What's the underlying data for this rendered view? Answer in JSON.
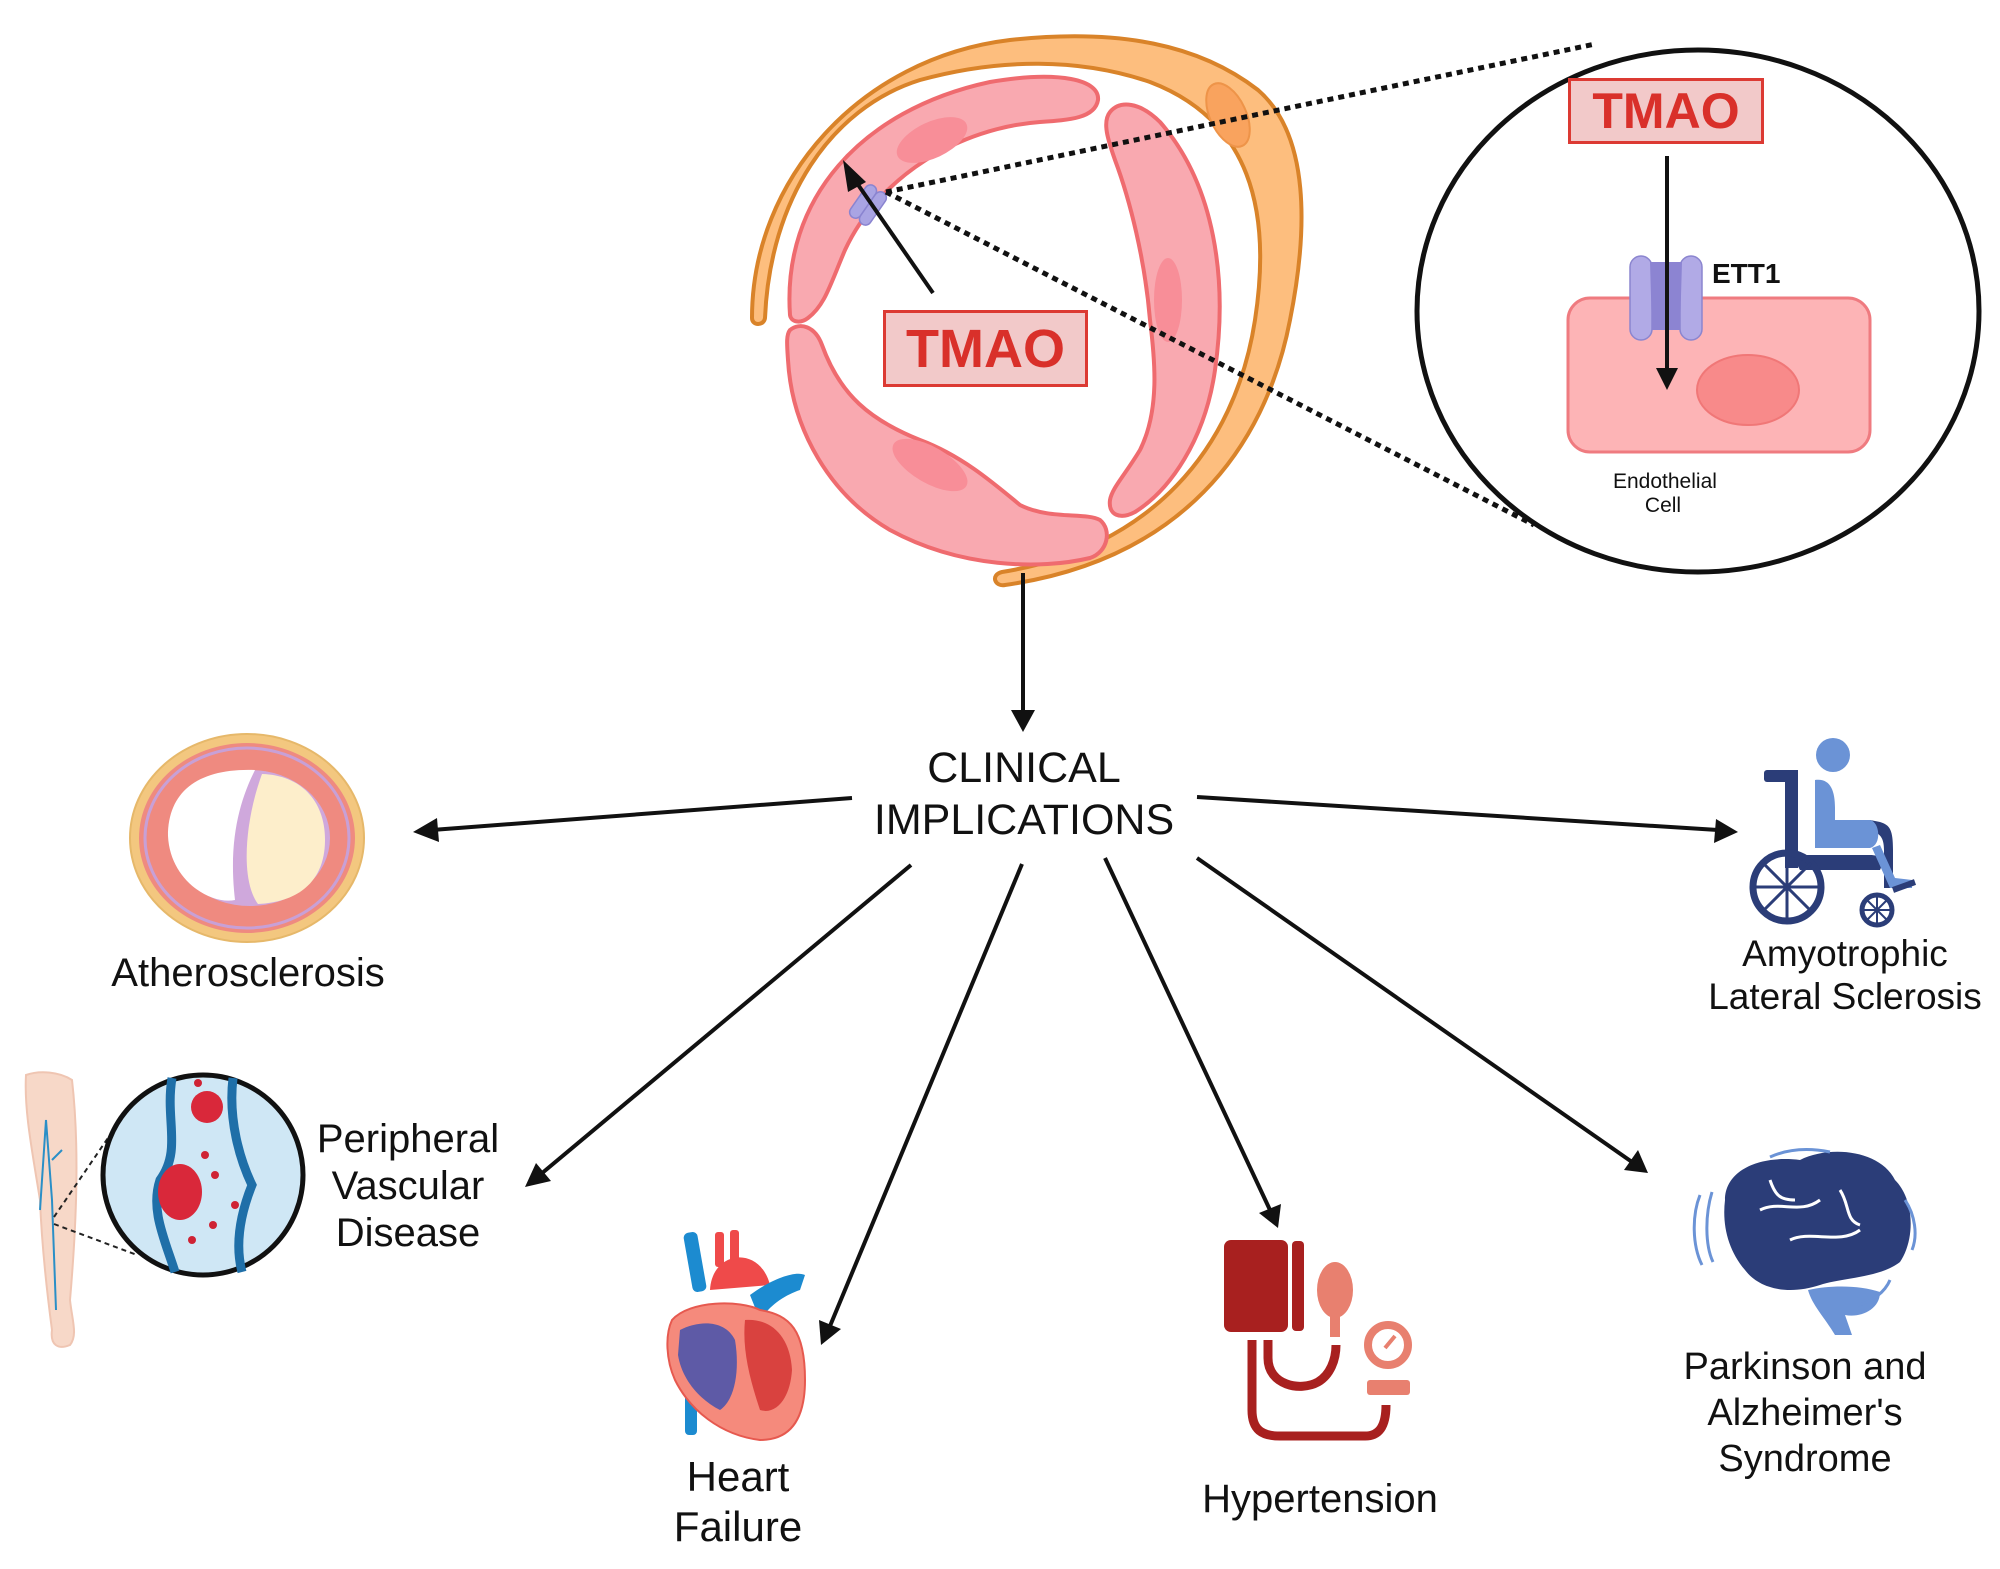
{
  "figure": {
    "vessel": {
      "tmao_label": "TMAO"
    },
    "zoom_inset": {
      "tmao_label": "TMAO",
      "transporter_label": "ETT1",
      "cell_label_line1": "Endothelial",
      "cell_label_line2": "Cell"
    },
    "hub": {
      "line1": "CLINICAL",
      "line2": "IMPLICATIONS"
    },
    "implications": [
      {
        "id": "atherosclerosis",
        "icon": "artery-plaque-icon",
        "lines": [
          "Atherosclerosis"
        ]
      },
      {
        "id": "peripheral-vascular-disease",
        "icon": "leg-vein-clot-icon",
        "lines": [
          "Peripheral",
          "Vascular",
          "Disease"
        ]
      },
      {
        "id": "heart-failure",
        "icon": "heart-anatomy-icon",
        "lines": [
          "Heart",
          "Failure"
        ]
      },
      {
        "id": "hypertension",
        "icon": "blood-pressure-cuff-icon",
        "lines": [
          "Hypertension"
        ]
      },
      {
        "id": "parkinson-alzheimer",
        "icon": "brain-icon",
        "lines": [
          "Parkinson and",
          "Alzheimer's",
          "Syndrome"
        ]
      },
      {
        "id": "als",
        "icon": "wheelchair-icon",
        "lines": [
          "Amyotrophic",
          "Lateral Sclerosis"
        ]
      }
    ],
    "colors": {
      "tmao_red": "#d9302a",
      "tmao_fill": "#f2c9c9",
      "endothelium_pink": "#f9a9b0",
      "endothelium_stroke": "#ef6b6f",
      "adventitia_orange": "#fdbe7e",
      "adventitia_stroke": "#d98329",
      "transporter_purple": "#a9a4e3",
      "bp_dark_red": "#a8201f",
      "bp_salmon": "#e8806f",
      "brain_navy": "#2b3d78",
      "brain_light": "#6b93d6",
      "vein_blue": "#1f6fa8"
    }
  }
}
